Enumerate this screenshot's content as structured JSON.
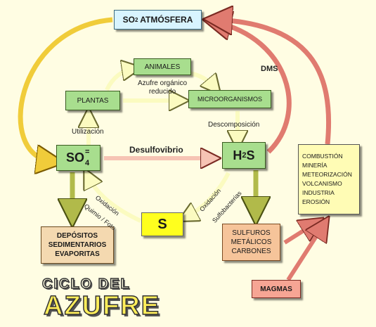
{
  "nodes": {
    "so2_atmosfera": {
      "main": "SO",
      "sub": "2",
      "rest": " ATMÓSFERA"
    },
    "animales": "ANIMALES",
    "plantas": "PLANTAS",
    "microorganismos": "MICROORGANISMOS",
    "so4": {
      "main": "SO",
      "sub": "4",
      "sup": "="
    },
    "h2s": {
      "h": "H",
      "sub": "2",
      "s": "S"
    },
    "s": "S",
    "depositos": [
      "DEPÓSITOS",
      "SEDIMENTARIOS",
      "EVAPORITAS"
    ],
    "sulfuros": [
      "SULFUROS",
      "METÁLICOS",
      "CARBONES"
    ],
    "fuentes": [
      "COMBUSTIÓN",
      "MINERÍA",
      "METEORIZACIÓN",
      "VOLCANISMO",
      "INDUSTRIA",
      "EROSIÓN"
    ],
    "magmas": "MAGMAS"
  },
  "labels": {
    "azufre_organico": [
      "Azufre orgánico",
      "reducido"
    ],
    "utilizacion": "Utilización",
    "descomposicion": "Descomposición",
    "desulfovibrio": "Desulfovibrio",
    "dms": "DMS",
    "oxidacion_left": "Oxidación",
    "quimio_foto": "Quimio / Foto",
    "oxidacion_right": "Oxidación",
    "sulfobacterias": "Sulfobacterias"
  },
  "title": {
    "line1": "CICLO DEL",
    "line2": "AZUFRE"
  },
  "colors": {
    "background": "#fffde3",
    "green_box": "#a8de8e",
    "light_blue_box": "#d8f4ff",
    "yellow_box": "#ffff1e",
    "tan_box": "#f4d9b0",
    "peach_box": "#f6c49a",
    "pale_yellow_box": "#fffcb5",
    "pink_box": "#f6a594",
    "yellow_arrow": "#f0cc3a",
    "red_arrow": "#e07b70",
    "olive_arrow": "#b1ba4a",
    "cycle_arrow": "#fbfbc0"
  }
}
